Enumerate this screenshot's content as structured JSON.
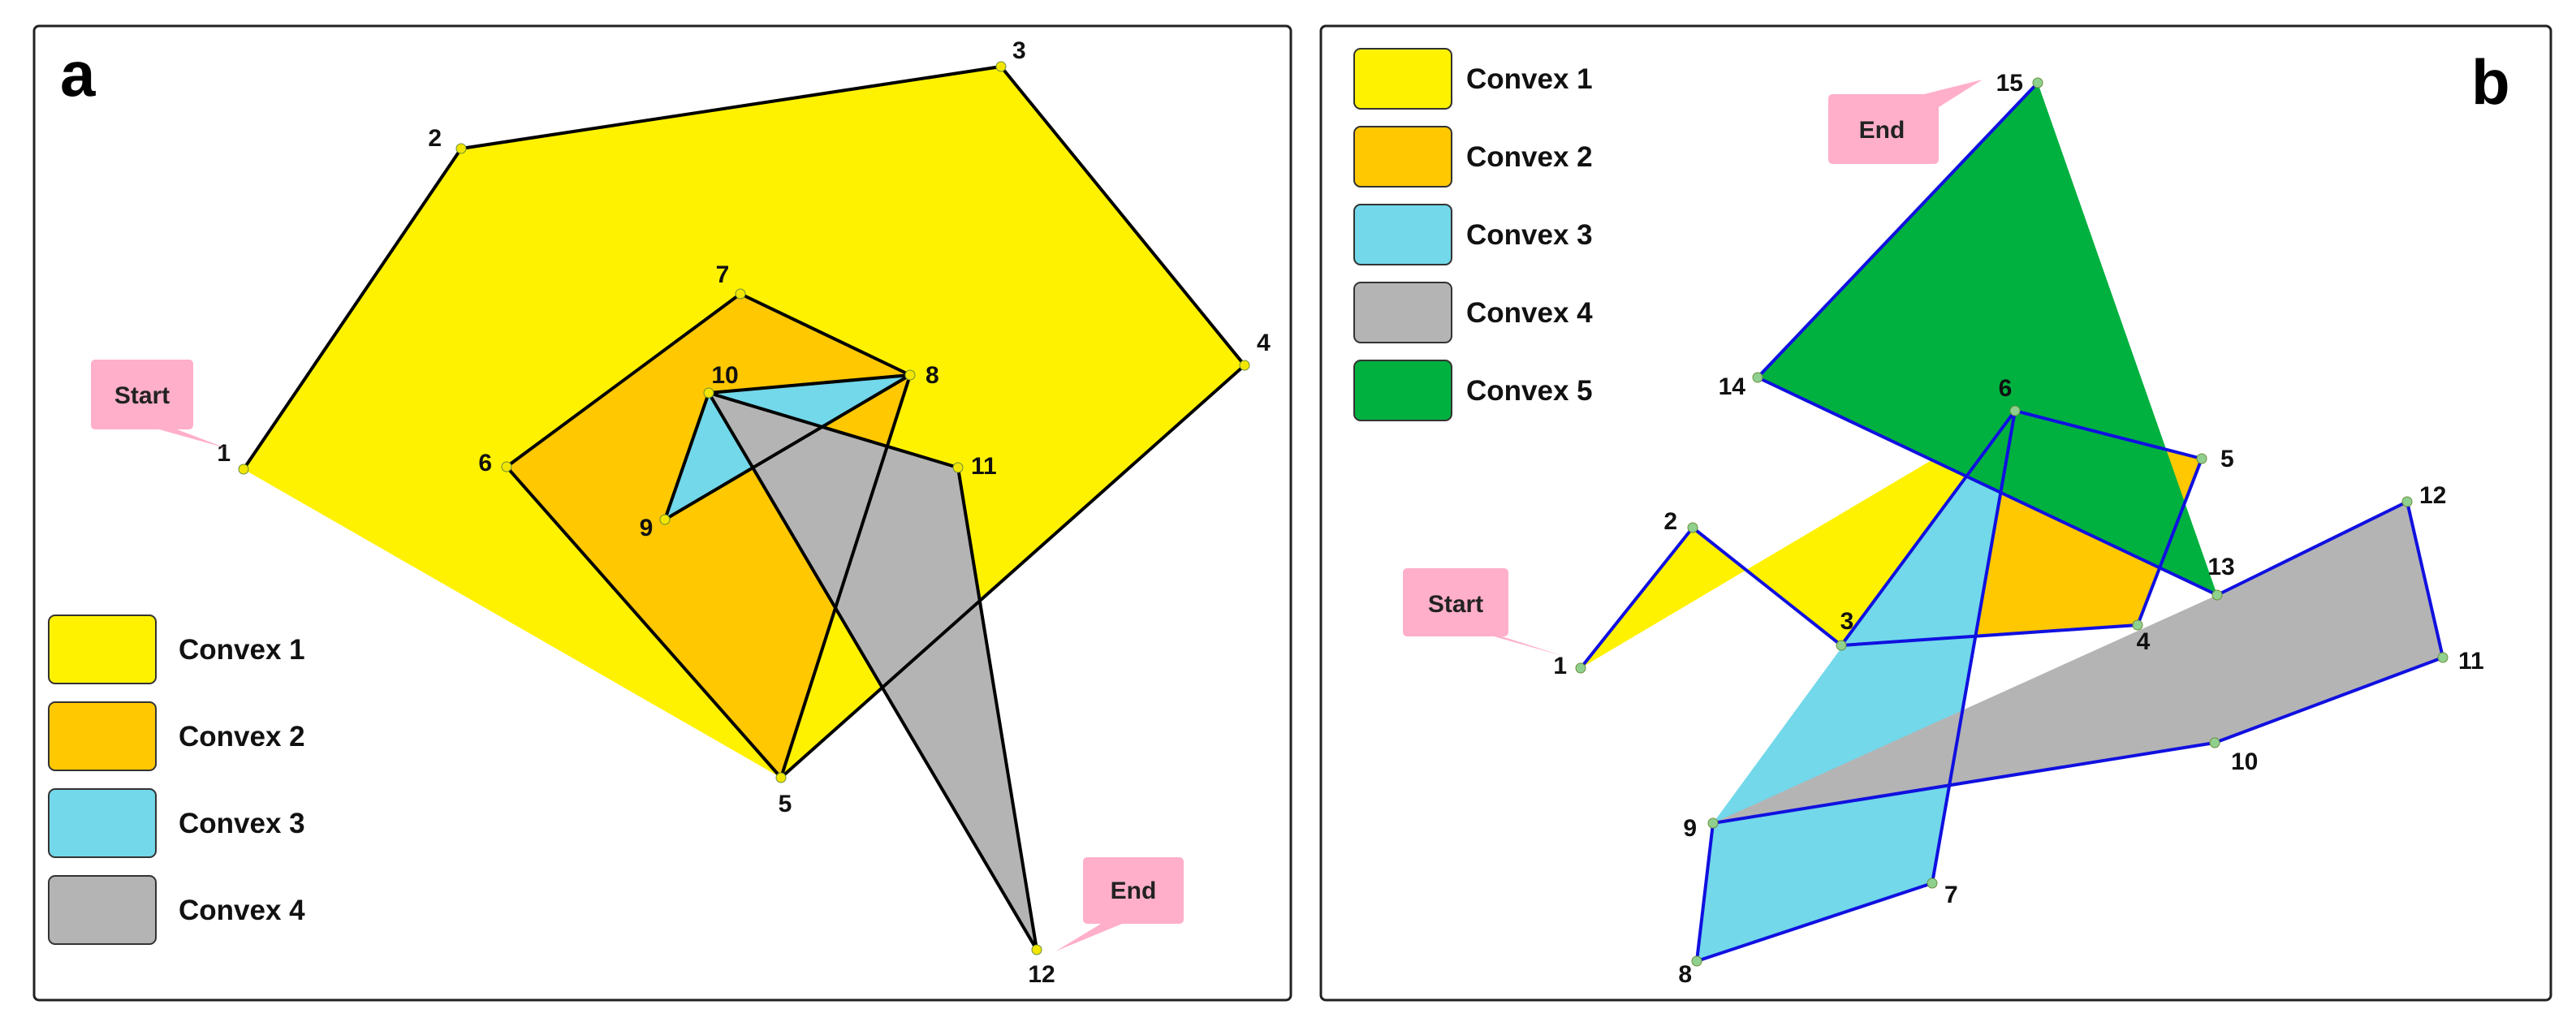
{
  "colors": {
    "convex_1": "#FFF200",
    "convex_2": "#FFC800",
    "convex_3": "#72D8EA",
    "convex_4": "#B4B4B4",
    "convex_5": "#00B140",
    "callout": "#FFAFC9",
    "vertex_a": "#F2E600",
    "vertex_b": "#8FD08F",
    "edge_a": "#000000",
    "edge_b": "#1010E0"
  },
  "panels": [
    {
      "letter": "a",
      "start_label": "Start",
      "end_label": "End",
      "legend": [
        {
          "label": "Convex 1",
          "color_key": "convex_1"
        },
        {
          "label": "Convex 2",
          "color_key": "convex_2"
        },
        {
          "label": "Convex 3",
          "color_key": "convex_3"
        },
        {
          "label": "Convex 4",
          "color_key": "convex_4"
        }
      ],
      "vertices": [
        "1",
        "2",
        "3",
        "4",
        "5",
        "6",
        "7",
        "8",
        "9",
        "10",
        "11",
        "12"
      ],
      "convexes": [
        {
          "name": "Convex 1",
          "color_key": "convex_1",
          "vertices": [
            "1",
            "2",
            "3",
            "4",
            "5"
          ]
        },
        {
          "name": "Convex 2",
          "color_key": "convex_2",
          "vertices": [
            "6",
            "7",
            "8",
            "5"
          ]
        },
        {
          "name": "Convex 3",
          "color_key": "convex_3",
          "vertices": [
            "9",
            "10",
            "8"
          ]
        },
        {
          "name": "Convex 4",
          "color_key": "convex_4",
          "vertices": [
            "10",
            "11",
            "12"
          ]
        }
      ]
    },
    {
      "letter": "b",
      "start_label": "Start",
      "end_label": "End",
      "legend": [
        {
          "label": "Convex 1",
          "color_key": "convex_1"
        },
        {
          "label": "Convex 2",
          "color_key": "convex_2"
        },
        {
          "label": "Convex 3",
          "color_key": "convex_3"
        },
        {
          "label": "Convex 4",
          "color_key": "convex_4"
        },
        {
          "label": "Convex 5",
          "color_key": "convex_5"
        }
      ],
      "vertices": [
        "1",
        "2",
        "3",
        "4",
        "5",
        "6",
        "7",
        "8",
        "9",
        "10",
        "11",
        "12",
        "13",
        "14",
        "15"
      ],
      "convexes": [
        {
          "name": "Convex 1",
          "color_key": "convex_1",
          "vertices": [
            "1",
            "2",
            "3",
            "6"
          ]
        },
        {
          "name": "Convex 2",
          "color_key": "convex_2",
          "vertices": [
            "3",
            "6",
            "5",
            "4"
          ]
        },
        {
          "name": "Convex 3",
          "color_key": "convex_3",
          "vertices": [
            "9",
            "6",
            "7",
            "8"
          ]
        },
        {
          "name": "Convex 4",
          "color_key": "convex_4",
          "vertices": [
            "9",
            "13",
            "12",
            "11",
            "10"
          ]
        },
        {
          "name": "Convex 5",
          "color_key": "convex_5",
          "vertices": [
            "14",
            "15",
            "13"
          ]
        }
      ]
    }
  ]
}
